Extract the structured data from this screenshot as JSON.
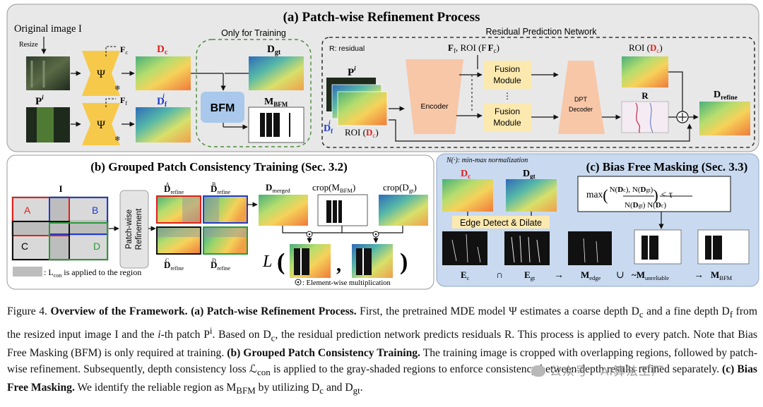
{
  "panel_a": {
    "title": "(a) Patch-wise Refinement Process",
    "original_image": "Original image I",
    "resize": "Resize",
    "psi": "Ψ",
    "snow": "❄",
    "Fc": "F",
    "Fc_sub": "c",
    "Ff": "F",
    "Ff_sub": "f",
    "Dc": "D",
    "Dc_sub": "c",
    "Df": "D",
    "Df_sub": "f",
    "Df_sup": "i",
    "Pi": "P",
    "Pi_sup": "i",
    "only_training": "Only for Training",
    "Dgt": "D",
    "Dgt_sub": "gt",
    "bfm": "BFM",
    "Mbfm": "M",
    "Mbfm_sub": "BFM",
    "rpn_title": "Residual Prediction Network",
    "r_residual": "R: residual",
    "ff_roi": "F",
    "ff_roi_sub": "f",
    "ff_roi_rest": ", ROI (F",
    "ff_roi_c": "c",
    "ff_roi_close": ")",
    "fusion1": "Fusion",
    "fusion2": "Module",
    "encoder": "Encoder",
    "dpt1": "DPT",
    "dpt2": "Decoder",
    "roi_dc": "ROI (",
    "roi_dc_D": "D",
    "roi_dc_c": "c",
    "roi_dc_close": ")",
    "R": "R",
    "Drefine": "D",
    "Drefine_sub": "refine",
    "vdots": "⋮"
  },
  "panel_b": {
    "title": "(b) Grouped Patch Consistency Training (Sec. 3.2)",
    "I": "I",
    "A": "A",
    "B": "B",
    "C": "C",
    "D": "D",
    "patchwise1": "Patch-wise",
    "patchwise2": "Refinement",
    "DrefA": "D",
    "DrefB": "D",
    "DrefC": "D",
    "DrefD": "D",
    "ref_sub": "refine",
    "supA": "A",
    "supB": "B",
    "supC": "C",
    "supD": "D",
    "Dmerged": "D",
    "Dmerged_sub": "merged",
    "crop_mbfm": "crop(M",
    "crop_mbfm_sub": "BFM",
    "crop_close": ")",
    "crop_dgt": "crop(D",
    "crop_dgt_sub": "gt",
    "L": "L",
    "legend_con": ": L",
    "legend_con_sub": "con",
    "legend_rest": " is applied to the region",
    "elementwise": ": Element-wise multiplication"
  },
  "panel_c": {
    "title": "(c) Bias Free Masking (Sec. 3.3)",
    "normalization": "N(·): min-max normalization",
    "Dc": "D",
    "Dc_sub": "c",
    "Dgt": "D",
    "Dgt_sub": "gt",
    "edge_detect": "Edge Detect & Dilate",
    "formula_max": "max",
    "formula_tau": "< τ",
    "Ec": "E",
    "Ec_sub": "c",
    "cap": "∩",
    "Egt": "E",
    "Egt_sub": "gt",
    "arrow": "→",
    "Medge": "M",
    "Medge_sub": "edge",
    "cup": "∪",
    "Munrel": "~M",
    "Munrel_sub": "unreliable",
    "Mbfm": "M",
    "Mbfm_sub": "BFM"
  },
  "caption": {
    "fig": "Figure 4.",
    "overview": "Overview of the Framework.",
    "a_label": "(a) Patch-wise Refinement Process.",
    "a_text1": "First, the pretrained MDE model Ψ estimates a coarse depth D",
    "a_text2": "c",
    "a_text3": " and a fine depth D",
    "a_text4": " from the resized input image I and the ",
    "a_text5": "-th patch P",
    "a_text6": ". Based on D",
    "a_text7": ", the residual prediction network predicts residuals R. This process is applied to every patch. Note that Bias Free Masking (BFM) is only required at training.",
    "b_label": "(b) Grouped Patch Consistency Training.",
    "b_text1": "The training image is cropped with overlapping regions, followed by patch-wise refinement. Subsequently, depth consistency loss ",
    "b_text2": "con",
    "b_text3": " is applied to the gray-shaded regions to enforce consistency between depth results refined separately.",
    "c_label": "(c) Bias Free Masking.",
    "c_text1": "We identify the reliable region as M",
    "c_text2": "BFM",
    "c_text3": " by utilizing D",
    "c_text4": " and D",
    "c_text5": "gt",
    "c_text6": ".",
    "L_script": "ℒ",
    "i": "i",
    "f": "f"
  },
  "watermark": "公众号 · AI算法工厂",
  "colors": {
    "panel_bg": "#e8e8e8",
    "panel_c_bg": "#c9daf0",
    "psi_yellow": "#f7c94b",
    "encoder_peach": "#f7c7a8",
    "fusion_yellow": "#fbe9b0",
    "bfm_blue": "#a9c8ec",
    "red": "#e0201b",
    "blue": "#1f3ccc",
    "green_dash": "#4a8a3a"
  }
}
